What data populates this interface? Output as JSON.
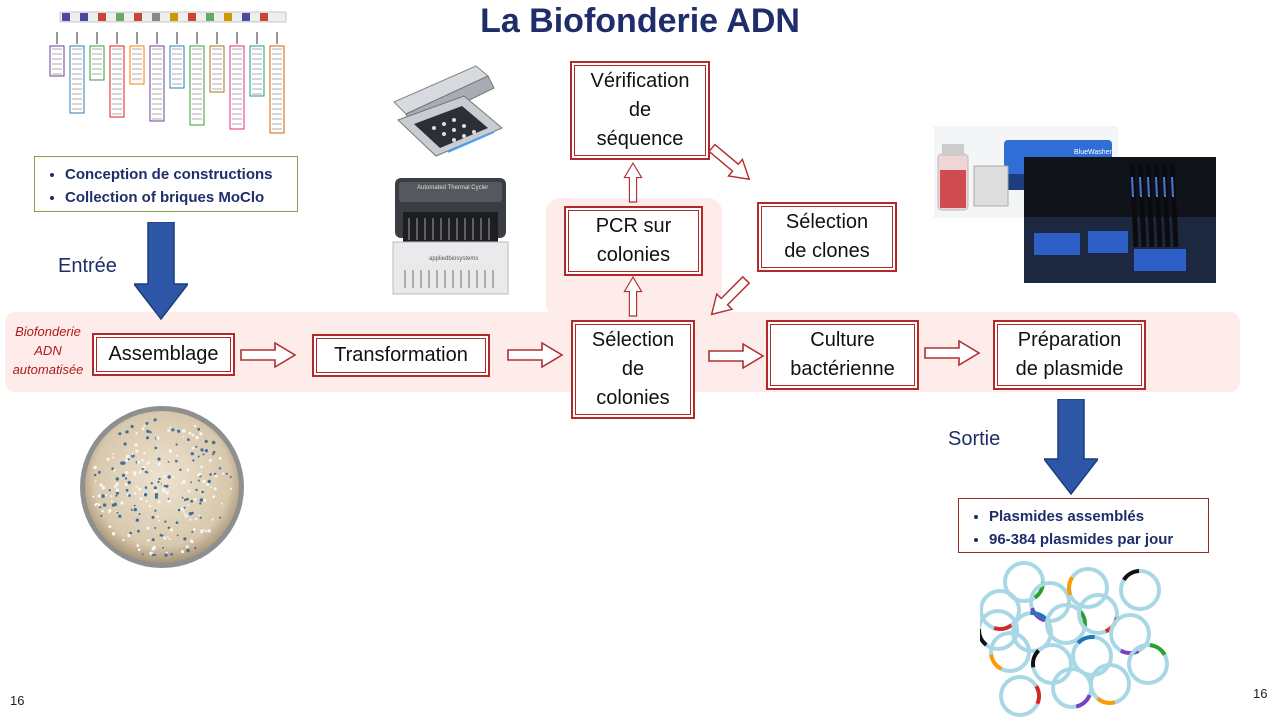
{
  "title": "La Biofonderie ADN",
  "side_label": [
    "Biofonderie",
    "ADN",
    "automatisée"
  ],
  "input_label": "Entrée",
  "output_label": "Sortie",
  "input_items": [
    "Conception de constructions",
    "Collection of briques MoClo"
  ],
  "output_items": [
    "Plasmides assemblés",
    "96-384 plasmides par jour"
  ],
  "steps": {
    "assemblage": "Assemblage",
    "transformation": "Transformation",
    "selection_colonies": [
      "Sélection",
      "de",
      "colonies"
    ],
    "pcr": [
      "PCR sur",
      "colonies"
    ],
    "verification": [
      "Vérification",
      "de",
      "séquence"
    ],
    "selection_clones": [
      "Sélection",
      "de clones"
    ],
    "culture": [
      "Culture",
      "bactérienne"
    ],
    "preparation": [
      "Préparation",
      "de plasmide"
    ]
  },
  "photo_labels": {
    "cycler": "Automated Thermal Cycler",
    "brand": "appliedbiosystems",
    "washer": "BlueWasher"
  },
  "page_number_left": "16",
  "page_number_right": "16"
}
